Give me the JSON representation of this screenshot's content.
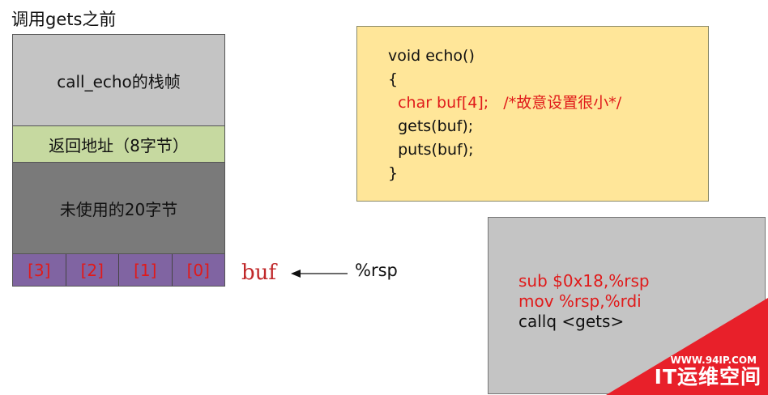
{
  "title": "调用gets之前",
  "stack": {
    "frame_label": "call_echo的栈帧",
    "return_label": "返回地址（8字节）",
    "unused_label": "未使用的20字节",
    "buffer_cells": [
      "[3]",
      "[2]",
      "[1]",
      "[0]"
    ]
  },
  "buf_label": "buf",
  "rsp_label": "%rsp",
  "code": {
    "lines": [
      "void echo()",
      "{",
      "  char buf[4];   /*故意设置很小*/",
      "  gets(buf);",
      "  puts(buf);",
      "}"
    ],
    "highlight_color": "#e01a1a"
  },
  "asm": {
    "lines": [
      "sub $0x18,%rsp",
      "mov %rsp,%rdi",
      "callq <gets>"
    ]
  },
  "watermark": {
    "url": "WWW.94IP.COM",
    "text": "IT运维空间"
  }
}
